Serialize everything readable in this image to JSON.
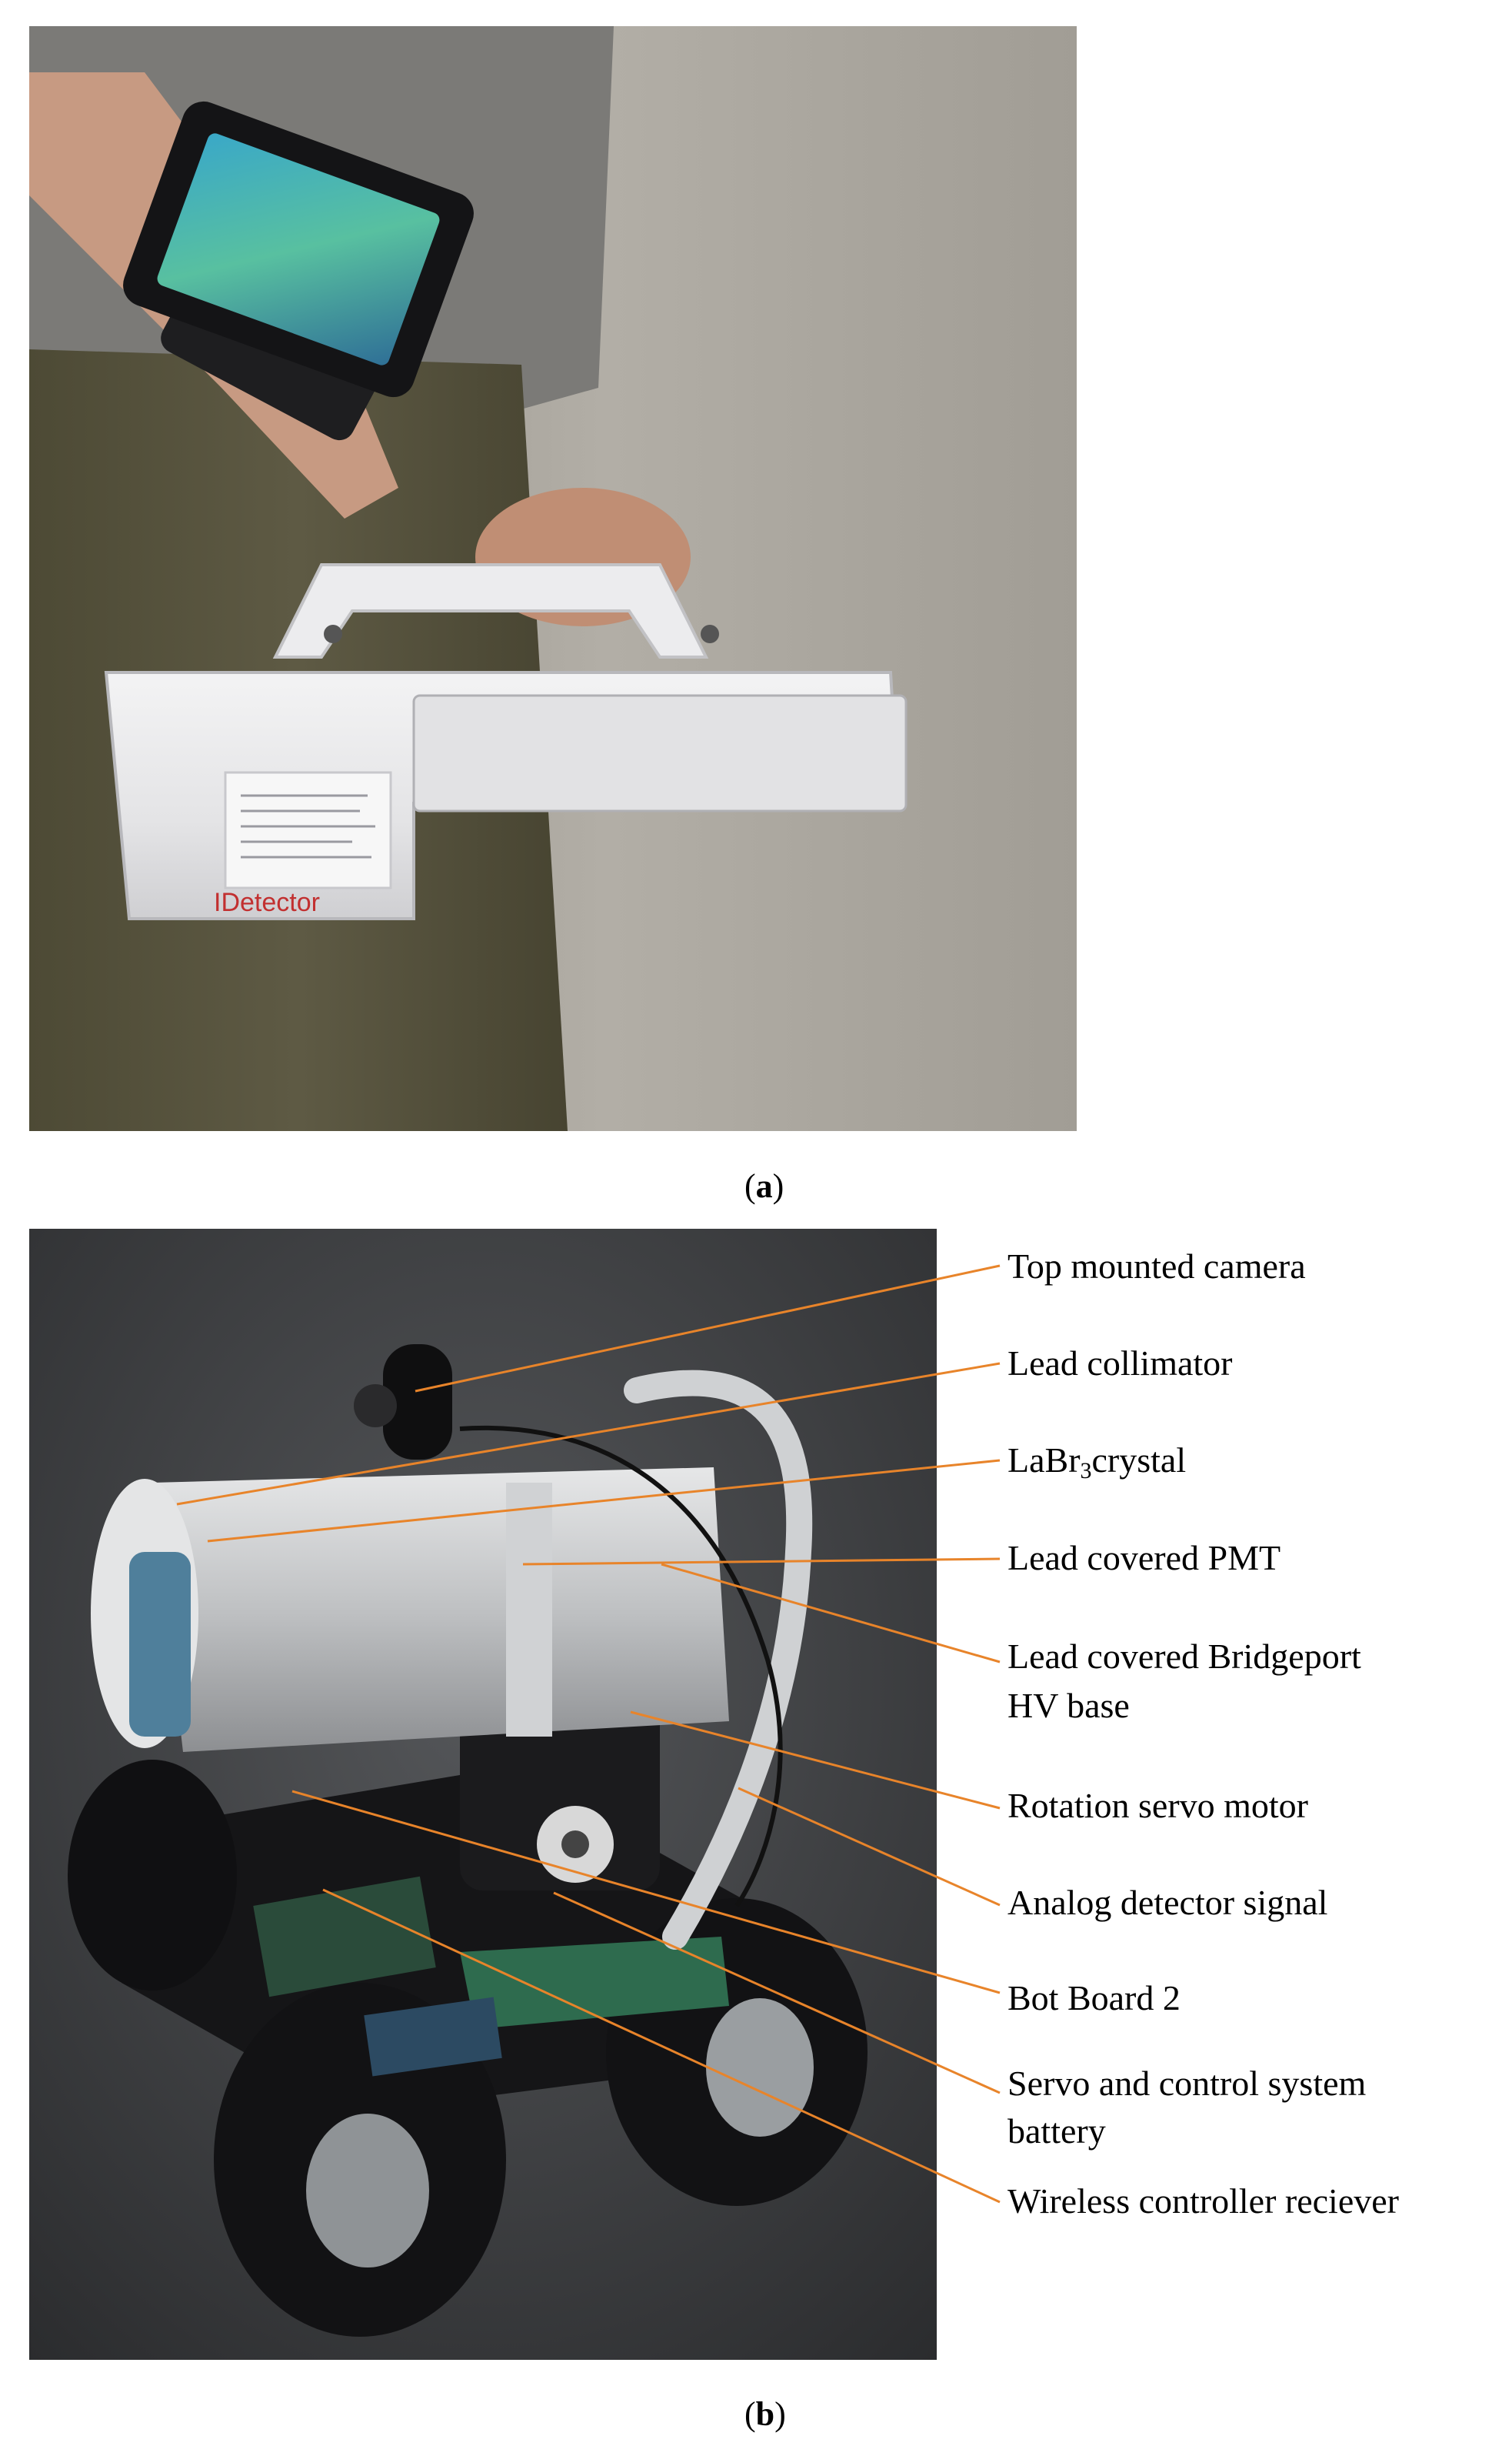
{
  "captions": {
    "a_open": "(",
    "a_letter": "a",
    "a_close": ")",
    "b_open": "(",
    "b_letter": "b",
    "b_close": ")"
  },
  "labels": {
    "top_camera": "Top mounted camera",
    "lead_collimator": "Lead collimator",
    "labr3_pre": "LaBr",
    "labr3_sub": "3",
    "labr3_post": "crystal",
    "lead_pmt": "Lead covered PMT",
    "hv_base_line1": "Lead covered Bridgeport",
    "hv_base_line2": "HV base",
    "rotation_servo": "Rotation servo motor",
    "analog_signal": "Analog detector signal",
    "bot_board": "Bot Board 2",
    "battery_line1": "Servo and control system",
    "battery_line2": "battery",
    "wireless_receiver": "Wireless controller reciever"
  },
  "colors": {
    "leader_line": "#e8842a",
    "wall": "#a8a49c",
    "floor": "#3a3b3d",
    "foil": "#c9cbcc",
    "housing": "#e9e9ea"
  },
  "device_label": {
    "brand": "IDetector"
  }
}
